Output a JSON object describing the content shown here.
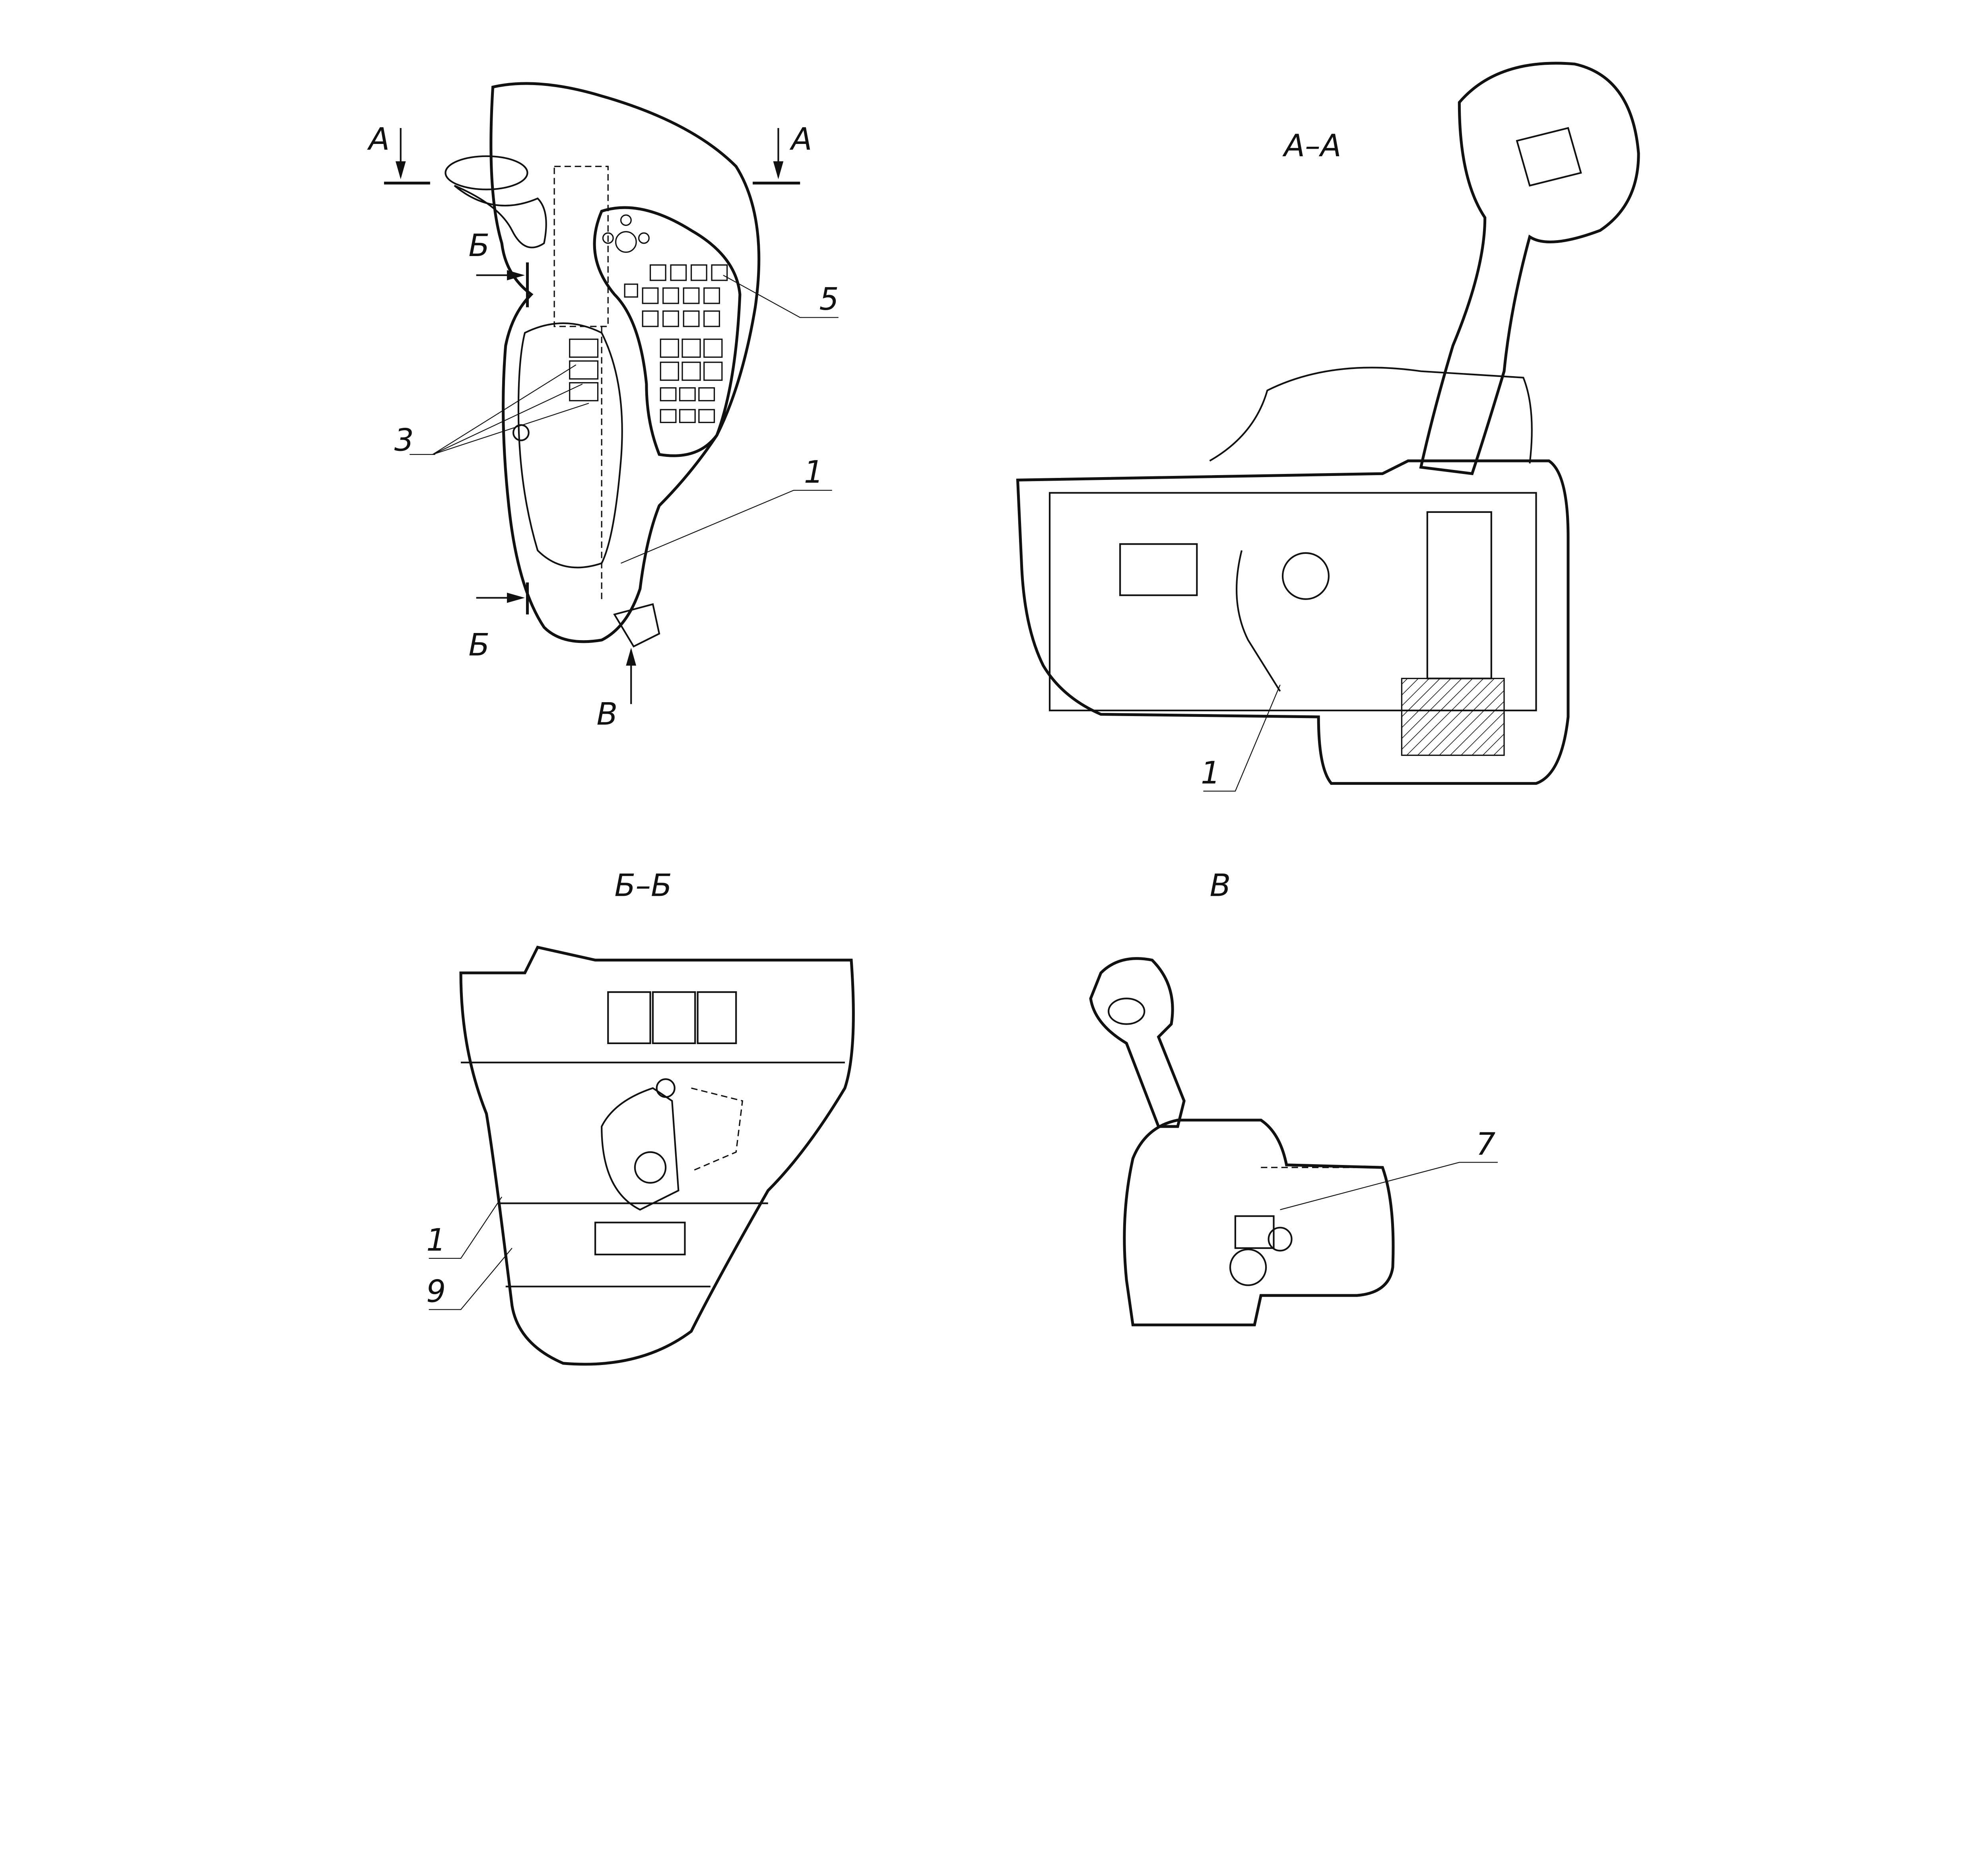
{
  "main_view": {
    "section_a_left": "А",
    "section_a_right": "А",
    "section_b_top": "Б",
    "section_b_bottom": "Б",
    "view_v": "В",
    "callout_5": "5",
    "callout_3": "3",
    "callout_1": "1"
  },
  "section_aa": {
    "title": "А–А",
    "callout_1": "1"
  },
  "section_bb": {
    "title": "Б–Б",
    "callout_1": "1",
    "callout_9": "9"
  },
  "view_v": {
    "title": "В",
    "callout_7": "7"
  }
}
